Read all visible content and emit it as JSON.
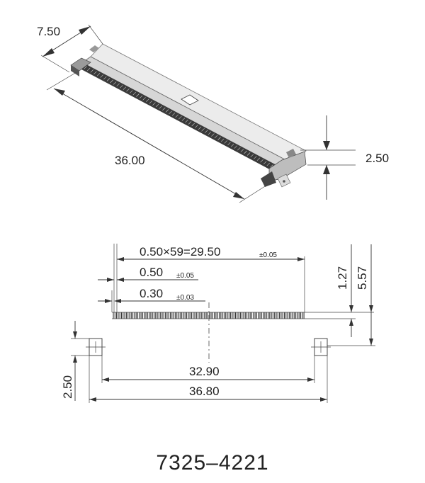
{
  "dimensions": {
    "width_3d": "7.50",
    "length_3d": "36.00",
    "height_3d": "2.50",
    "pitch_formula": "0.50×59=29.50",
    "pitch_formula_tol": "±0.05",
    "pitch": "0.50",
    "pitch_tol": "±0.05",
    "pin_width": "0.30",
    "pin_width_tol": "±0.03",
    "dim_1_27": "1.27",
    "dim_5_57": "5.57",
    "dim_2_50_side": "2.50",
    "mount_spacing": "32.90",
    "overall_length": "36.80"
  },
  "part_number": "7325–4221",
  "colors": {
    "line": "#333333",
    "body": "#e9e9e9",
    "shadow": "#bdbdbd",
    "dark": "#2a2a2a"
  }
}
